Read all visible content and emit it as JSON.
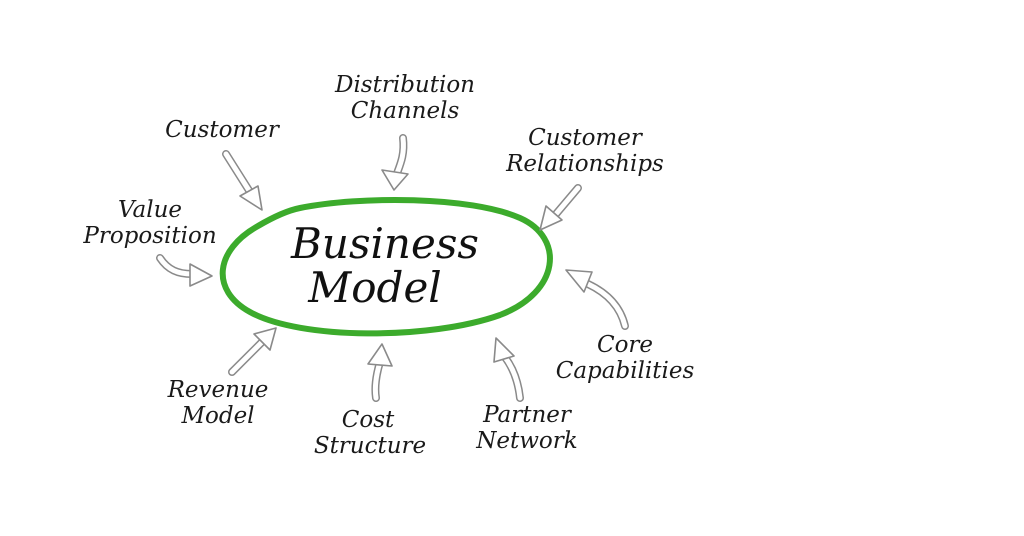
{
  "center": {
    "line1": "Business",
    "line2": "Model",
    "ring_color": "#3cab2c"
  },
  "nodes": [
    {
      "id": "distribution",
      "line1": "Distribution",
      "line2": "Channels"
    },
    {
      "id": "customer",
      "line1": "Customer",
      "line2": ""
    },
    {
      "id": "customer-relationships",
      "line1": "Customer",
      "line2": "Relationships"
    },
    {
      "id": "value-proposition",
      "line1": "Value",
      "line2": "Proposition"
    },
    {
      "id": "core-capabilities",
      "line1": "Core",
      "line2": "Capabilities"
    },
    {
      "id": "revenue-model",
      "line1": "Revenue",
      "line2": "Model"
    },
    {
      "id": "cost-structure",
      "line1": "Cost",
      "line2": "Structure"
    },
    {
      "id": "partner-network",
      "line1": "Partner",
      "line2": "Network"
    }
  ],
  "arrow_color": "#8a8a8a"
}
